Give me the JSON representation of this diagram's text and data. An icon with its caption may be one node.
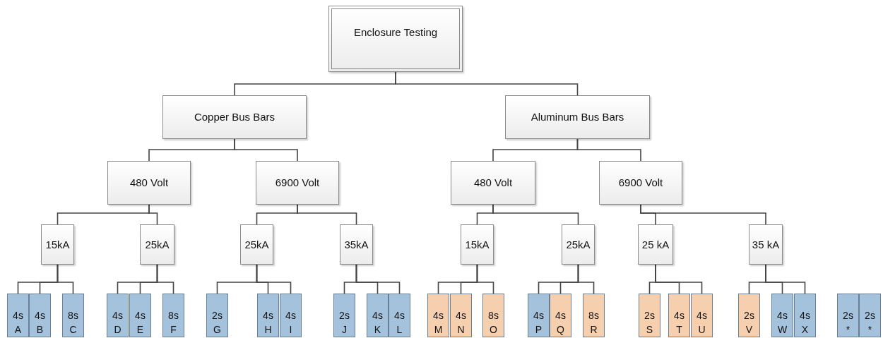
{
  "diagram": {
    "nodes": [
      {
        "text": [
          "Enclosure Testing"
        ]
      },
      {
        "text": [
          "Copper Bus Bars"
        ]
      },
      {
        "text": [
          "Aluminum Bus Bars"
        ]
      },
      {
        "text": [
          "480 Volt"
        ]
      },
      {
        "text": [
          "6900 Volt"
        ]
      },
      {
        "text": [
          "480 Volt"
        ]
      },
      {
        "text": [
          "6900 Volt"
        ]
      },
      {
        "text": [
          "15kA"
        ]
      },
      {
        "text": [
          "25kA"
        ]
      },
      {
        "text": [
          "25kA"
        ]
      },
      {
        "text": [
          "35kA"
        ]
      },
      {
        "text": [
          "15kA"
        ]
      },
      {
        "text": [
          "25kA"
        ]
      },
      {
        "text": [
          "25 kA"
        ]
      },
      {
        "text": [
          "35 kA"
        ]
      },
      {
        "text": [
          "4s",
          "A"
        ]
      },
      {
        "text": [
          "4s",
          "B"
        ]
      },
      {
        "text": [
          "8s",
          "C"
        ]
      },
      {
        "text": [
          "4s",
          "D"
        ]
      },
      {
        "text": [
          "4s",
          "E"
        ]
      },
      {
        "text": [
          "8s",
          "F"
        ]
      },
      {
        "text": [
          "2s",
          "G"
        ]
      },
      {
        "text": [
          "4s",
          "H"
        ]
      },
      {
        "text": [
          "4s",
          "I"
        ]
      },
      {
        "text": [
          "2s",
          "J"
        ]
      },
      {
        "text": [
          "4s",
          "K"
        ]
      },
      {
        "text": [
          "4s",
          "L"
        ]
      },
      {
        "text": [
          "4s",
          "M"
        ]
      },
      {
        "text": [
          "4s",
          "N"
        ]
      },
      {
        "text": [
          "8s",
          "O"
        ]
      },
      {
        "text": [
          "4s",
          "P"
        ]
      },
      {
        "text": [
          "4s",
          "Q"
        ]
      },
      {
        "text": [
          "8s",
          "R"
        ]
      },
      {
        "text": [
          "2s",
          "S"
        ]
      },
      {
        "text": [
          "4s",
          "T"
        ]
      },
      {
        "text": [
          "4s",
          "U"
        ]
      },
      {
        "text": [
          "2s",
          "V"
        ]
      },
      {
        "text": [
          "4s",
          "W"
        ]
      },
      {
        "text": [
          "4s",
          "X"
        ]
      },
      {
        "text": [
          "2s",
          "*"
        ]
      },
      {
        "text": [
          "2s",
          "*"
        ]
      }
    ],
    "edges": [
      {
        "from": 0,
        "to": 1,
        "arrow": "none"
      },
      {
        "from": 0,
        "to": 2,
        "arrow": "none"
      },
      {
        "from": 1,
        "to": 3,
        "arrow": "none"
      },
      {
        "from": 1,
        "to": 4,
        "arrow": "none"
      },
      {
        "from": 2,
        "to": 5,
        "arrow": "none"
      },
      {
        "from": 2,
        "to": 6,
        "arrow": "none"
      },
      {
        "from": 3,
        "to": 7,
        "arrow": "none"
      },
      {
        "from": 3,
        "to": 8,
        "arrow": "none"
      },
      {
        "from": 4,
        "to": 9,
        "arrow": "none"
      },
      {
        "from": 4,
        "to": 10,
        "arrow": "none"
      },
      {
        "from": 5,
        "to": 11,
        "arrow": "none"
      },
      {
        "from": 5,
        "to": 12,
        "arrow": "none"
      },
      {
        "from": 6,
        "to": 13,
        "arrow": "none"
      },
      {
        "from": 6,
        "to": 14,
        "arrow": "none"
      },
      {
        "from": 7,
        "to": 15,
        "arrow": "none"
      },
      {
        "from": 7,
        "to": 16,
        "arrow": "none"
      },
      {
        "from": 7,
        "to": 17,
        "arrow": "none"
      },
      {
        "from": 8,
        "to": 18,
        "arrow": "none"
      },
      {
        "from": 8,
        "to": 19,
        "arrow": "none"
      },
      {
        "from": 8,
        "to": 20,
        "arrow": "none"
      },
      {
        "from": 9,
        "to": 21,
        "arrow": "none"
      },
      {
        "from": 9,
        "to": 22,
        "arrow": "none"
      },
      {
        "from": 9,
        "to": 23,
        "arrow": "none"
      },
      {
        "from": 10,
        "to": 24,
        "arrow": "none"
      },
      {
        "from": 10,
        "to": 25,
        "arrow": "none"
      },
      {
        "from": 10,
        "to": 26,
        "arrow": "none"
      },
      {
        "from": 11,
        "to": 27,
        "arrow": "none"
      },
      {
        "from": 11,
        "to": 28,
        "arrow": "none"
      },
      {
        "from": 11,
        "to": 29,
        "arrow": "none"
      },
      {
        "from": 12,
        "to": 30,
        "arrow": "none"
      },
      {
        "from": 12,
        "to": 31,
        "arrow": "none"
      },
      {
        "from": 12,
        "to": 32,
        "arrow": "none"
      },
      {
        "from": 13,
        "to": 33,
        "arrow": "none"
      },
      {
        "from": 13,
        "to": 34,
        "arrow": "none"
      },
      {
        "from": 13,
        "to": 35,
        "arrow": "none"
      },
      {
        "from": 14,
        "to": 36,
        "arrow": "none"
      },
      {
        "from": 14,
        "to": 37,
        "arrow": "none"
      },
      {
        "from": 14,
        "to": 38,
        "arrow": "none"
      }
    ]
  }
}
